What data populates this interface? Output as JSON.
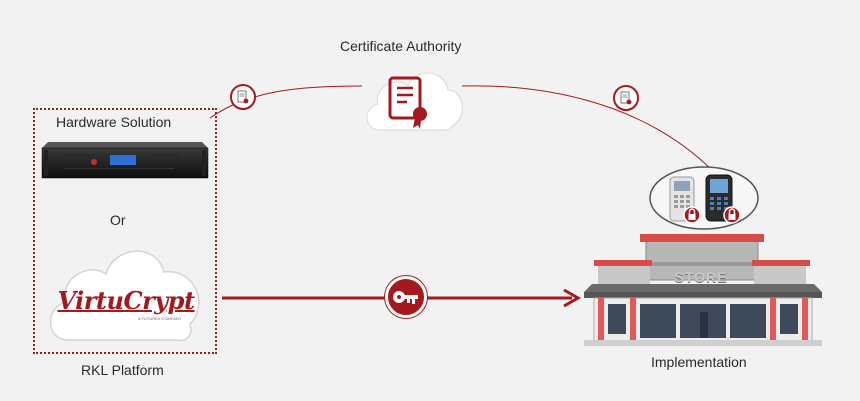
{
  "labels": {
    "certificate_authority": "Certificate Authority",
    "hardware_solution": "Hardware Solution",
    "or": "Or",
    "rkl_platform": "RKL Platform",
    "implementation": "Implementation"
  },
  "logo": {
    "brand": "VirtuCrypt",
    "tagline": "A FUTUREX COMPANY"
  },
  "store_sign": "STORE",
  "colors": {
    "accent": "#a3191e",
    "background": "#f2f2f2",
    "text": "#2a2a2a"
  },
  "icons": [
    "certificate-icon",
    "key-icon",
    "lock-icon",
    "cloud-icon",
    "server-icon",
    "store-icon",
    "payment-terminal-icon"
  ]
}
